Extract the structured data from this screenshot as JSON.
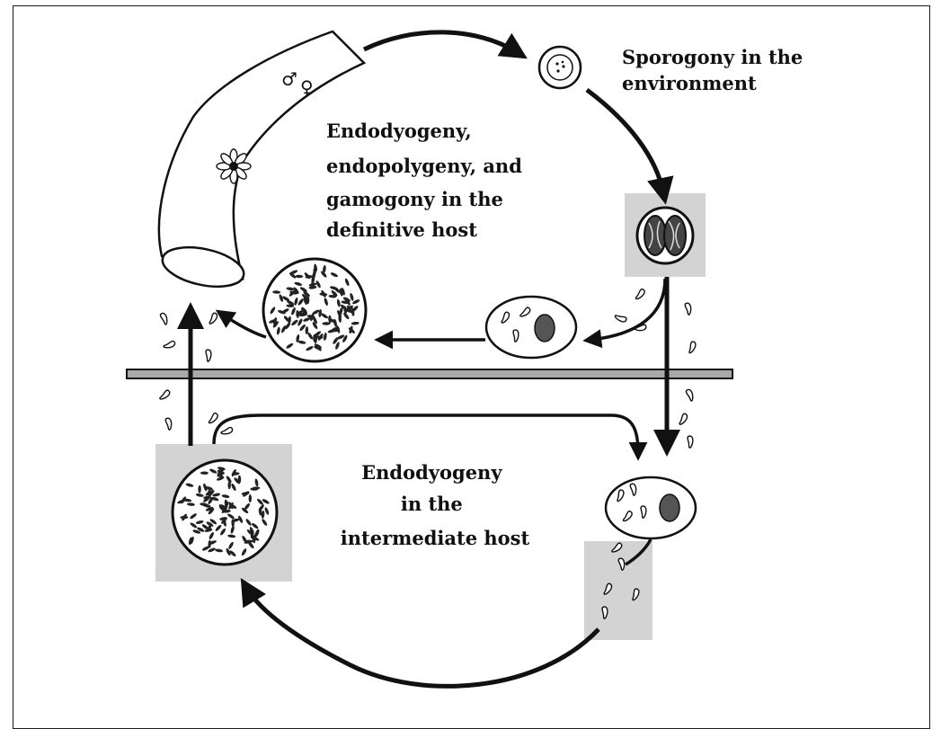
{
  "labels": {
    "sporogony": [
      "Sporogony in the",
      "environment"
    ],
    "definitive": [
      "Endodyogeny,",
      "endopolygeny, and",
      "gamogony in the",
      "definitive host"
    ],
    "intermediate": [
      "Endodyogeny",
      "in the",
      "intermediate host"
    ]
  },
  "symbols": {
    "male": "♂",
    "female": "♀"
  },
  "colors": {
    "ink": "#111111",
    "panel": "#d3d3d3",
    "divider": "#a9a9a9"
  }
}
